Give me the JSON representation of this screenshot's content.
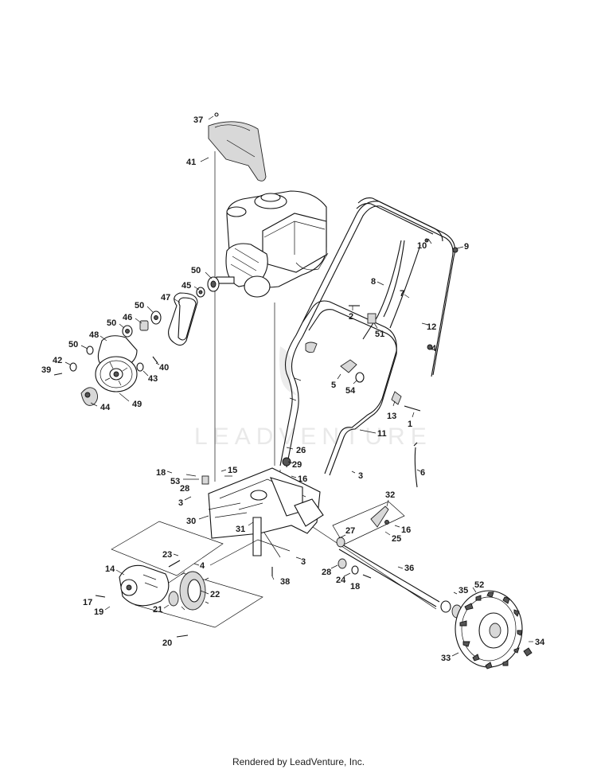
{
  "watermark": "LEADVENTURE",
  "footer": "Rendered by LeadVenture, Inc.",
  "callouts": [
    "37",
    "41",
    "50",
    "45",
    "47",
    "50",
    "46",
    "50",
    "48",
    "50",
    "42",
    "39",
    "40",
    "43",
    "44",
    "49",
    "10",
    "9",
    "8",
    "7",
    "2",
    "51",
    "12",
    "4",
    "5",
    "54",
    "13",
    "1",
    "11",
    "6",
    "26",
    "29",
    "16",
    "18",
    "15",
    "53",
    "28",
    "3",
    "3",
    "30",
    "31",
    "32",
    "16",
    "25",
    "27",
    "23",
    "4",
    "3",
    "14",
    "22",
    "17",
    "19",
    "21",
    "20",
    "38",
    "28",
    "24",
    "18",
    "36",
    "35",
    "52",
    "33",
    "34"
  ]
}
